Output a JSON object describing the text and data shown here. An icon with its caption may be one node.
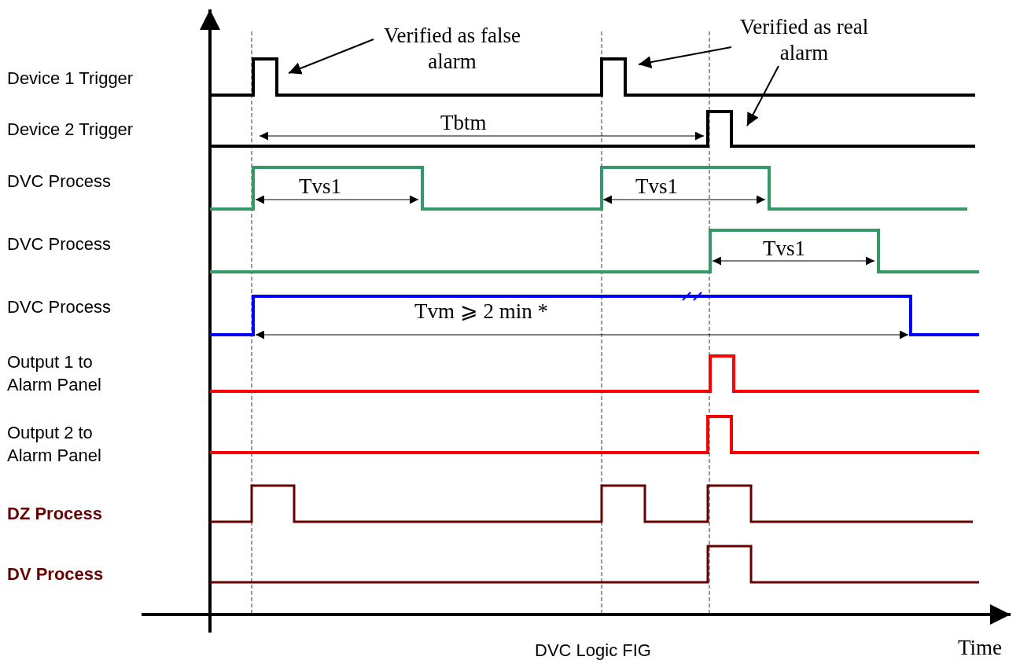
{
  "diagram": {
    "caption": "DVC Logic FIG",
    "nodes": [
      {
        "text": [
          "Verified as false alarm"
        ]
      },
      {
        "text": [
          "Verified as real alarm"
        ]
      }
    ],
    "edges": [
      {
        "from": 0,
        "to": null,
        "arrow": "to"
      },
      {
        "from": 1,
        "to": null,
        "arrow": "to"
      },
      {
        "from": 1,
        "to": null,
        "arrow": "to"
      }
    ],
    "labels": [
      "Device 1 Trigger",
      "Device 2 Trigger",
      "DVC Process",
      "DVC Process",
      "DVC Process",
      "Output 1 to Alarm Panel",
      "Output 2 to Alarm Panel",
      "DZ Process",
      "DV Process",
      "Tbtm",
      "Tvs1",
      "Tvs1",
      "Tvs1",
      "Tvm ⩾ 2 min *",
      "Time"
    ]
  }
}
